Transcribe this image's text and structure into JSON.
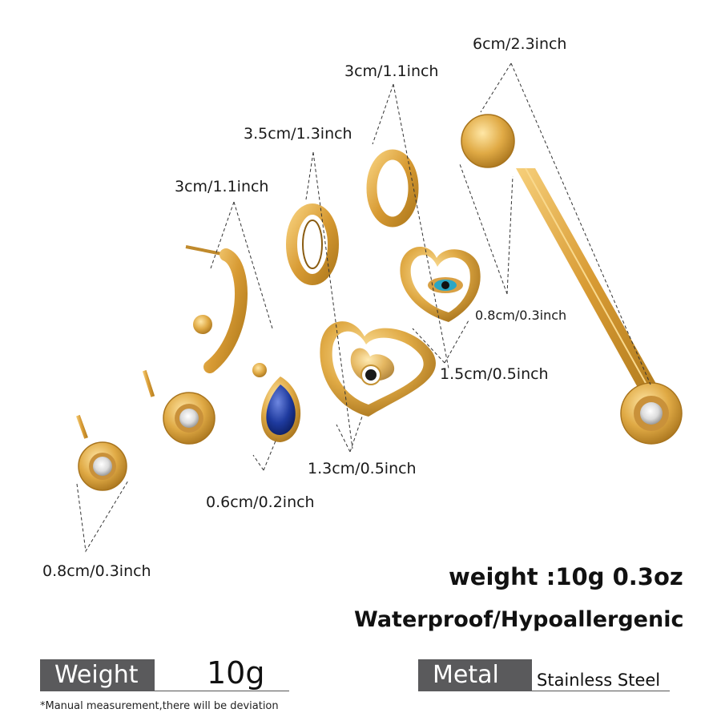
{
  "dimensions": {
    "stud_small": "0.8cm/0.3inch",
    "hoop_drop_length": "3cm/1.1inch",
    "hoop_drop_stone": "0.6cm/0.2inch",
    "heart_large_length": "3.5cm/1.3inch",
    "heart_large_width": "1.3cm/0.5inch",
    "heart_small_length": "3cm/1.1inch",
    "heart_small_width": "1.5cm/0.5inch",
    "chain_disc": "0.8cm/0.3inch",
    "chain_length": "6cm/2.3inch"
  },
  "headline": {
    "weight": "weight :10g  0.3oz",
    "features": "Waterproof/Hypoallergenic"
  },
  "specs": {
    "weight_label": "Weight",
    "weight_value": "10g",
    "metal_label": "Metal",
    "metal_value": "Stainless Steel"
  },
  "footnote": "*Manual measurement,there will be deviation",
  "colors": {
    "gold": "#d9a23a",
    "gold_dark": "#b07a1c",
    "sapphire": "#1e3a9e",
    "enamel": "#ffffff",
    "label_bg": "#5a5a5c"
  }
}
